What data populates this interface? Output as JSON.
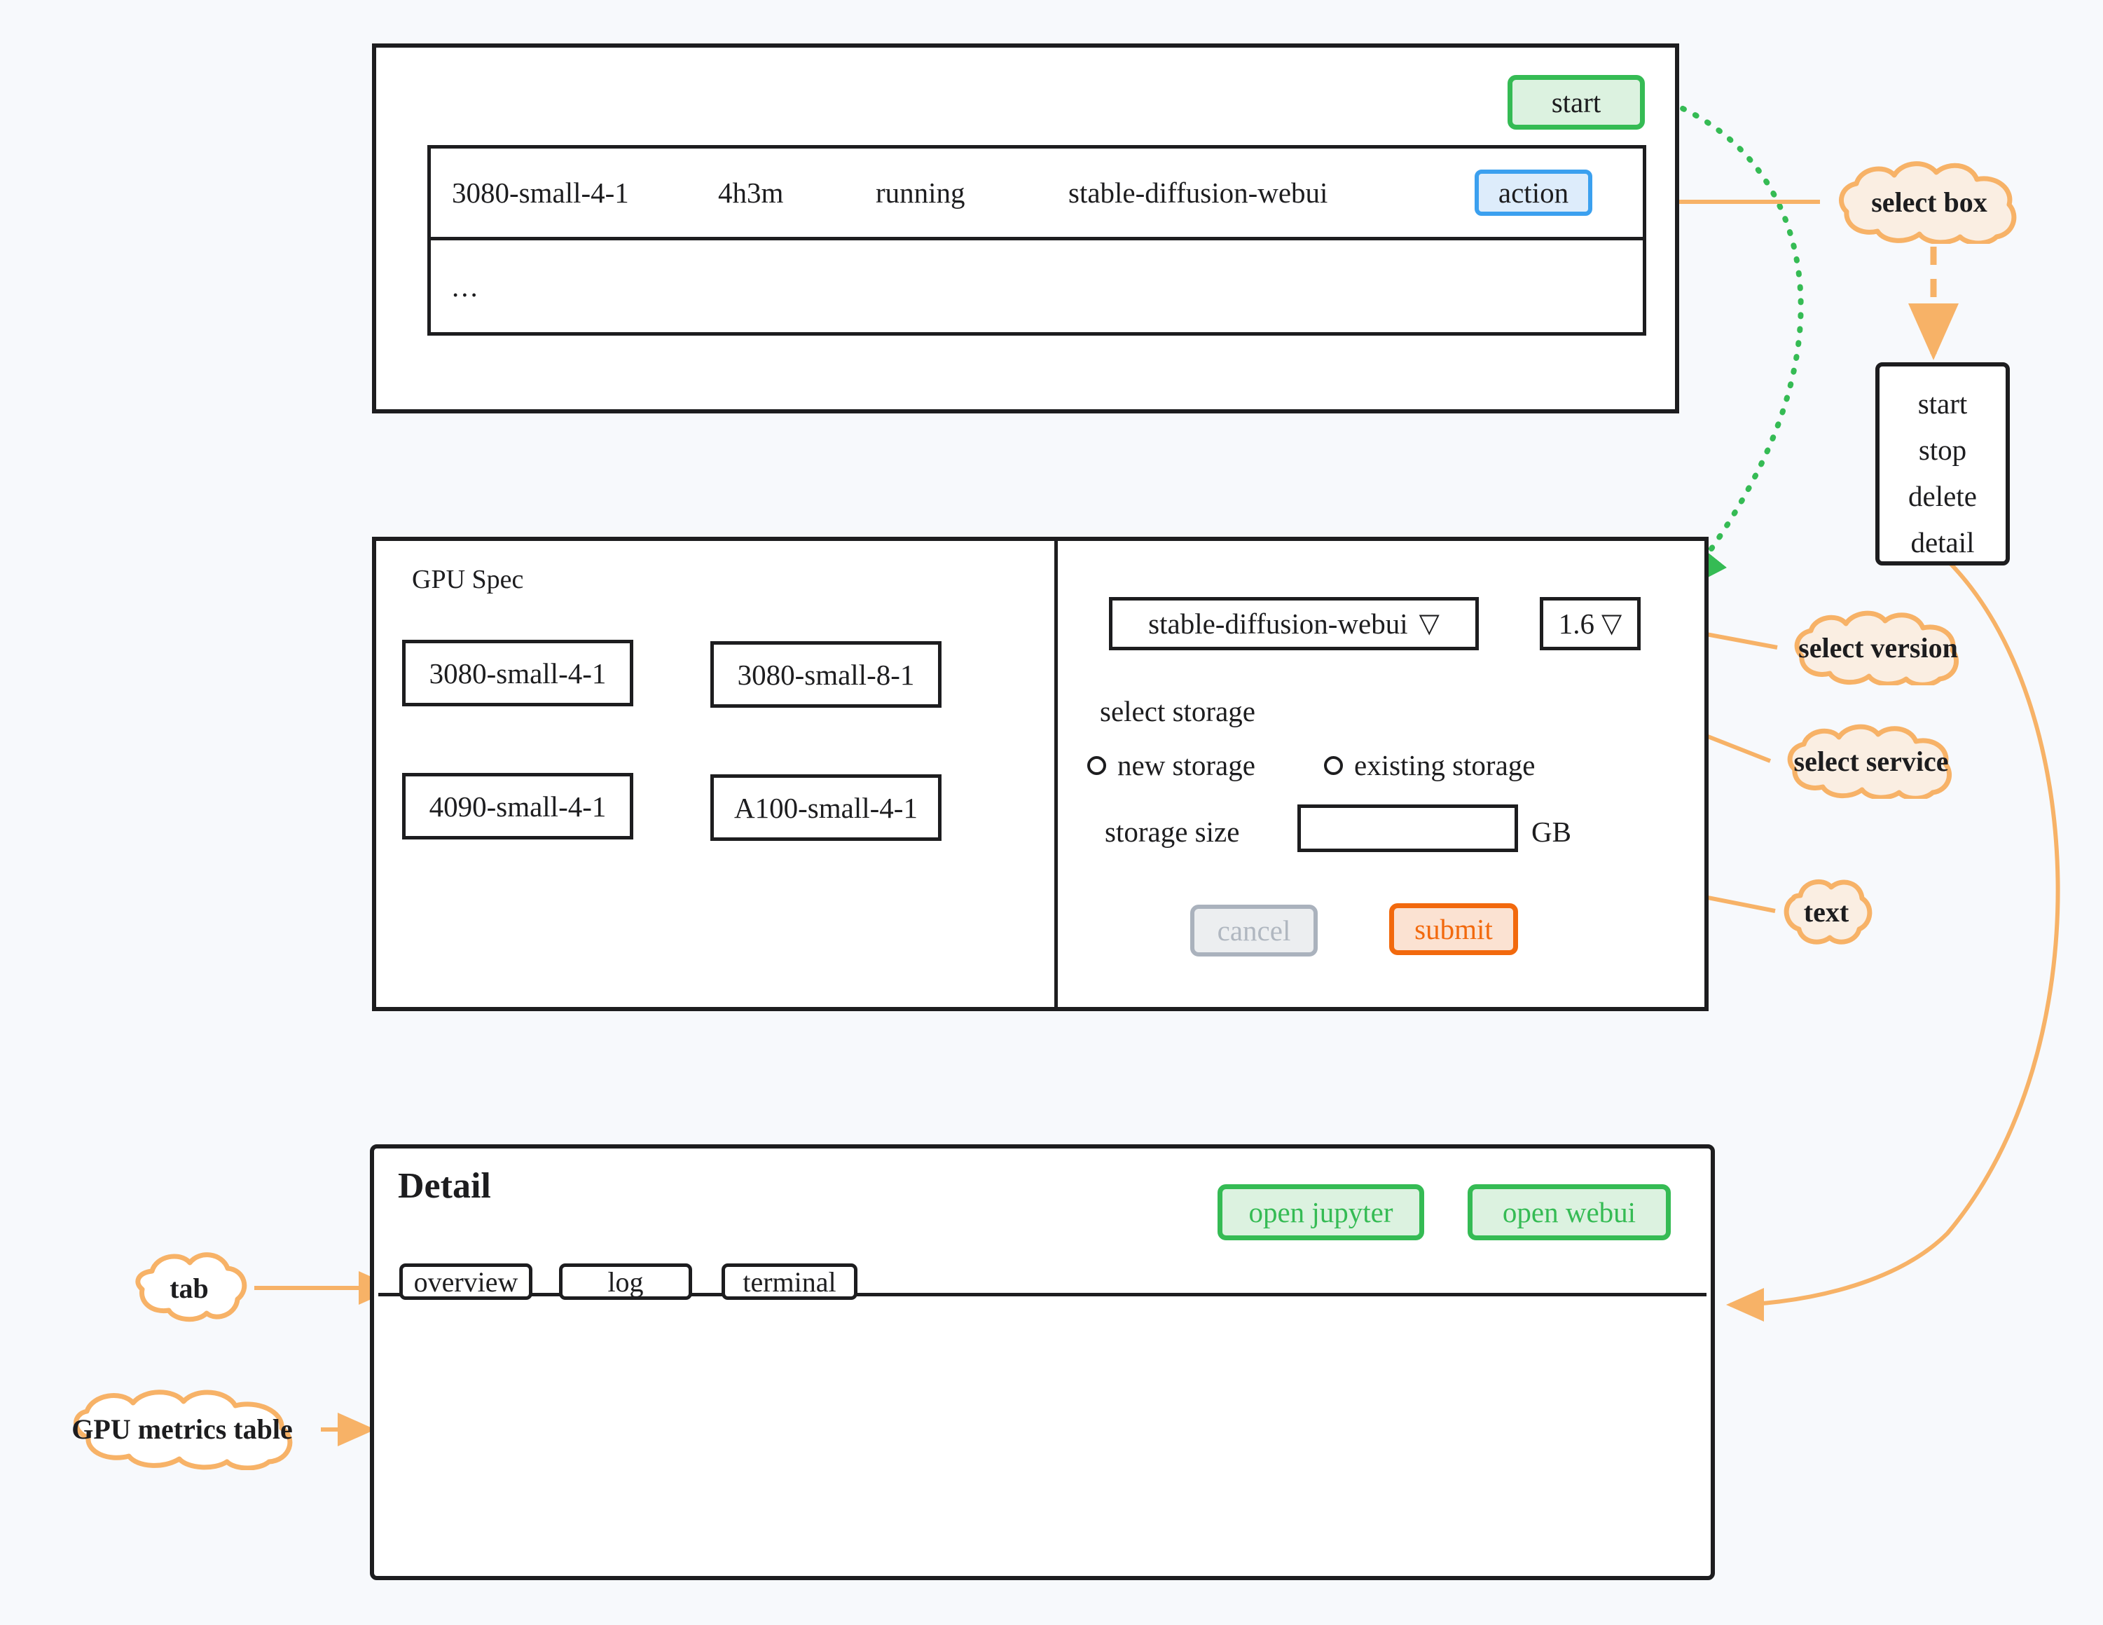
{
  "colors": {
    "background": "#f7f9fc",
    "ink": "#1d1d1f",
    "green": "#35bb54",
    "green_fill": "#dcf2e0",
    "blue": "#3ba0ef",
    "blue_fill": "#ddecfb",
    "orange": "#f7b267",
    "orange_strong": "#f2690d",
    "orange_fill": "#fbe2d2",
    "cloud_fill": "#faeee2",
    "cloud_fill_white": "#ffffff",
    "gray": "#aab2bd",
    "gray_fill": "#eceef0",
    "gray_text": "#b0b7c0"
  },
  "instances_panel": {
    "start_button_label": "start",
    "table": {
      "rows": [
        {
          "name": "3080-small-4-1",
          "uptime": "4h3m",
          "status": "running",
          "service": "stable-diffusion-webui",
          "action_label": "action"
        },
        {
          "ellipsis": "..."
        }
      ]
    }
  },
  "action_menu": {
    "items": [
      "start",
      "stop",
      "delete",
      "detail"
    ]
  },
  "create_panel": {
    "gpu_spec_title": "GPU Spec",
    "gpu_specs": [
      "3080-small-4-1",
      "3080-small-8-1",
      "4090-small-4-1",
      "A100-small-4-1"
    ],
    "service_select": {
      "value": "stable-diffusion-webui",
      "caret": "chevron-down-icon"
    },
    "version_select": {
      "value": "1.6",
      "caret": "chevron-down-icon"
    },
    "storage_section_label": "select storage",
    "storage_options": [
      {
        "label": "new storage",
        "selected": false
      },
      {
        "label": "existing storage",
        "selected": false
      }
    ],
    "storage_size_label": "storage size",
    "storage_size_value": "",
    "storage_size_unit": "GB",
    "cancel_label": "cancel",
    "submit_label": "submit"
  },
  "detail_panel": {
    "title": "Detail",
    "open_jupyter_label": "open jupyter",
    "open_webui_label": "open webui",
    "tabs": [
      {
        "label": "overview",
        "active": true
      },
      {
        "label": "log",
        "active": false
      },
      {
        "label": "terminal",
        "active": false
      }
    ]
  },
  "callouts": [
    {
      "id": "select-box",
      "label": "select box",
      "fill": "#faeee2"
    },
    {
      "id": "select-version",
      "label": "select version",
      "fill": "#faeee2"
    },
    {
      "id": "select-service",
      "label": "select service",
      "fill": "#faeee2"
    },
    {
      "id": "text",
      "label": "text",
      "fill": "#faeee2"
    },
    {
      "id": "tab",
      "label": "tab",
      "fill": "#ffffff"
    },
    {
      "id": "gpu-metrics-table",
      "label": "GPU metrics table",
      "fill": "#ffffff"
    }
  ]
}
